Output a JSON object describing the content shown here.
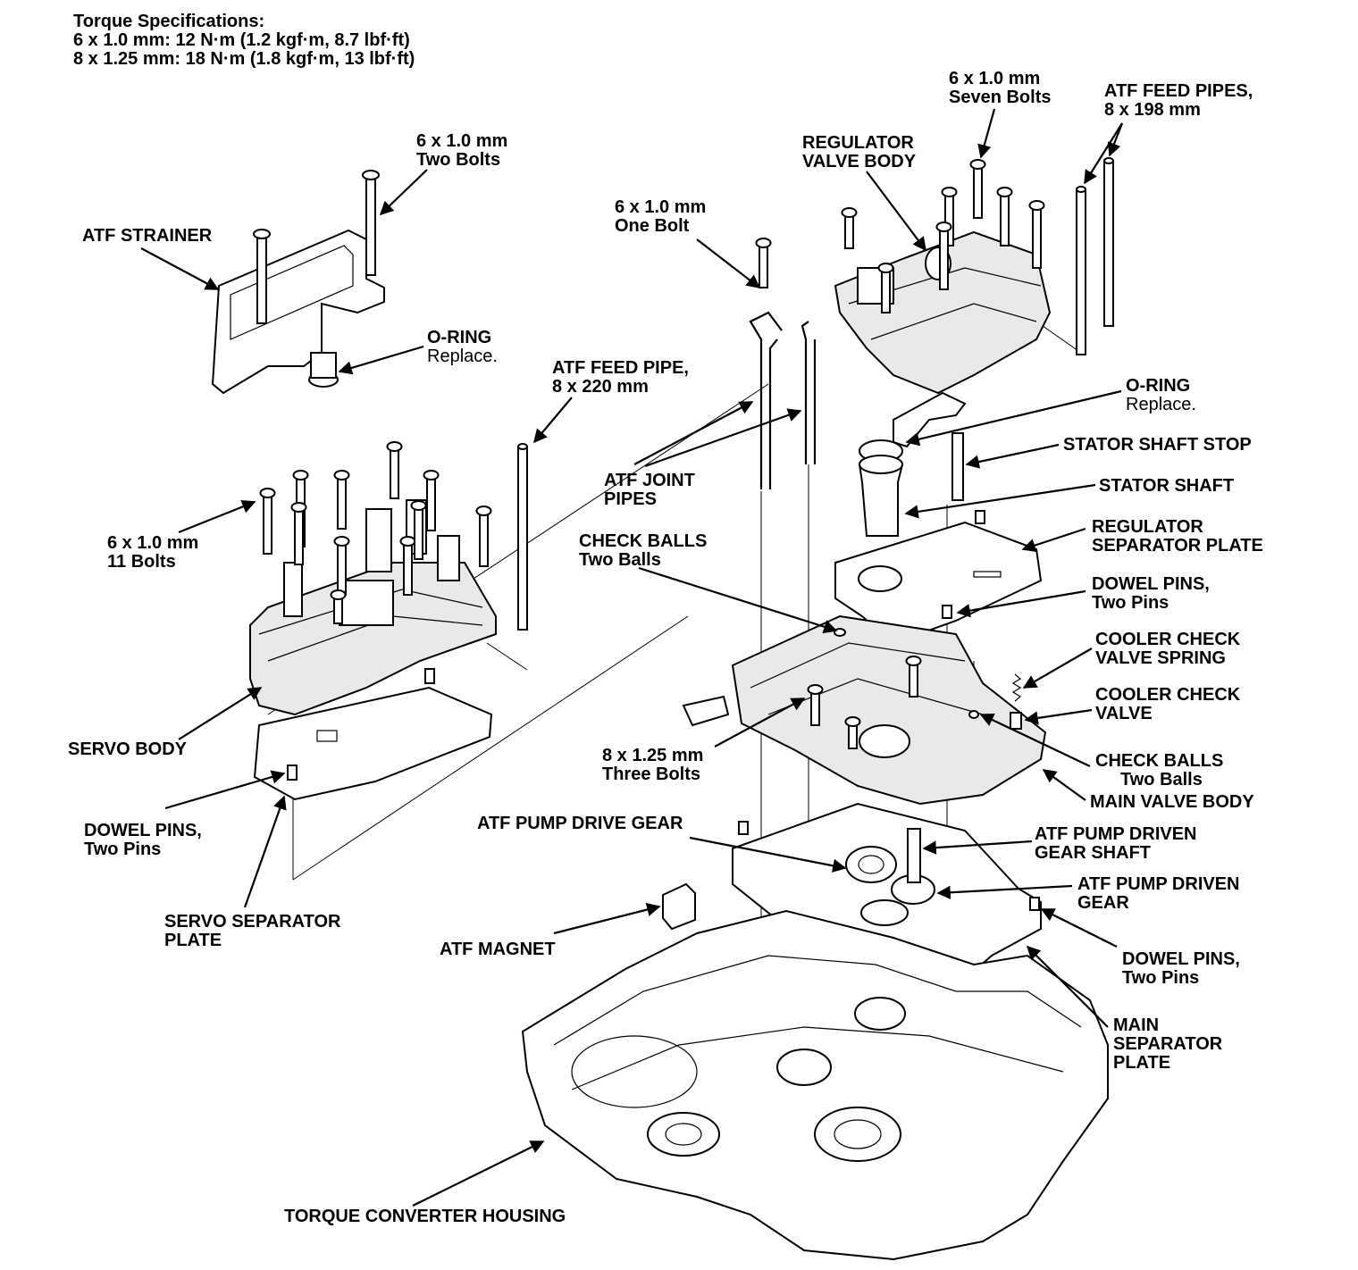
{
  "torque": {
    "heading": "Torque Specifications:",
    "line1": "6 x 1.0 mm: 12 N·m (1.2 kgf·m, 8.7 lbf·ft)",
    "line2": "8 x 1.25 mm: 18 N·m (1.8 kgf·m, 13 lbf·ft)"
  },
  "labels": {
    "strainer_bolts": [
      "6 x 1.0 mm",
      "Two Bolts"
    ],
    "atf_strainer": [
      "ATF STRAINER"
    ],
    "o_ring_left": [
      "O-RING",
      "Replace."
    ],
    "atf_feed_pipe": [
      "ATF FEED PIPE,",
      "8 x 220 mm"
    ],
    "servo_bolts": [
      "6 x 1.0 mm",
      "11 Bolts"
    ],
    "servo_body": [
      "SERVO BODY"
    ],
    "dowel_left": [
      "DOWEL PINS,",
      "Two Pins"
    ],
    "servo_sep_plate": [
      "SERVO SEPARATOR",
      "PLATE"
    ],
    "atf_magnet": [
      "ATF MAGNET"
    ],
    "torque_converter_housing": [
      "TORQUE CONVERTER HOUSING"
    ],
    "one_bolt": [
      "6 x 1.0 mm",
      "One Bolt"
    ],
    "atf_joint_pipes": [
      "ATF JOINT",
      "PIPES"
    ],
    "check_balls_top": [
      "CHECK BALLS",
      "Two Balls"
    ],
    "main_bolts": [
      "8 x 1.25 mm",
      "Three Bolts"
    ],
    "pump_drive_gear": [
      "ATF PUMP DRIVE GEAR"
    ],
    "regulator_valve_body": [
      "REGULATOR",
      "VALVE BODY"
    ],
    "seven_bolts": [
      "6 x 1.0 mm",
      "Seven Bolts"
    ],
    "atf_feed_pipes": [
      "ATF FEED PIPES,",
      "8 x 198 mm"
    ],
    "o_ring_right": [
      "O-RING",
      "Replace."
    ],
    "stator_shaft_stop": [
      "STATOR SHAFT STOP"
    ],
    "stator_shaft": [
      "STATOR SHAFT"
    ],
    "regulator_sep_plate": [
      "REGULATOR",
      "SEPARATOR PLATE"
    ],
    "dowel_right_top": [
      "DOWEL PINS,",
      "Two Pins"
    ],
    "cooler_spring": [
      "COOLER CHECK",
      "VALVE SPRING"
    ],
    "cooler_valve": [
      "COOLER CHECK",
      "VALVE"
    ],
    "check_balls_right": [
      "CHECK BALLS",
      "Two Balls"
    ],
    "main_valve_body": [
      "MAIN VALVE BODY"
    ],
    "driven_gear_shaft": [
      "ATF PUMP DRIVEN",
      "GEAR SHAFT"
    ],
    "driven_gear": [
      "ATF PUMP DRIVEN",
      "GEAR"
    ],
    "dowel_right_bottom": [
      "DOWEL PINS,",
      "Two Pins"
    ],
    "main_sep_plate": [
      "MAIN",
      "SEPARATOR",
      "PLATE"
    ]
  }
}
